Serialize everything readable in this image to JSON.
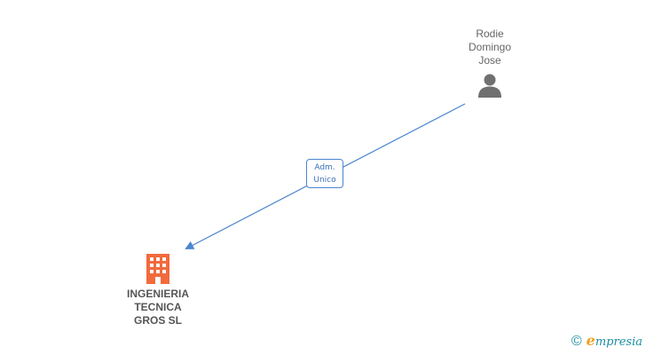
{
  "nodes": {
    "person": {
      "label": "Rodie\nDomingo\nJose",
      "icon": "person-icon",
      "color": "#666666"
    },
    "company": {
      "label": "INGENIERIA\nTECNICA\nGROS SL",
      "icon": "building-icon",
      "color": "#f26a3d"
    }
  },
  "edges": [
    {
      "from": "person",
      "to": "company",
      "label": "Adm.\nUnico",
      "color": "#4a86d0"
    }
  ],
  "footer": {
    "copyright_symbol": "©",
    "brand_initial": "e",
    "brand_rest": "mpresia"
  }
}
